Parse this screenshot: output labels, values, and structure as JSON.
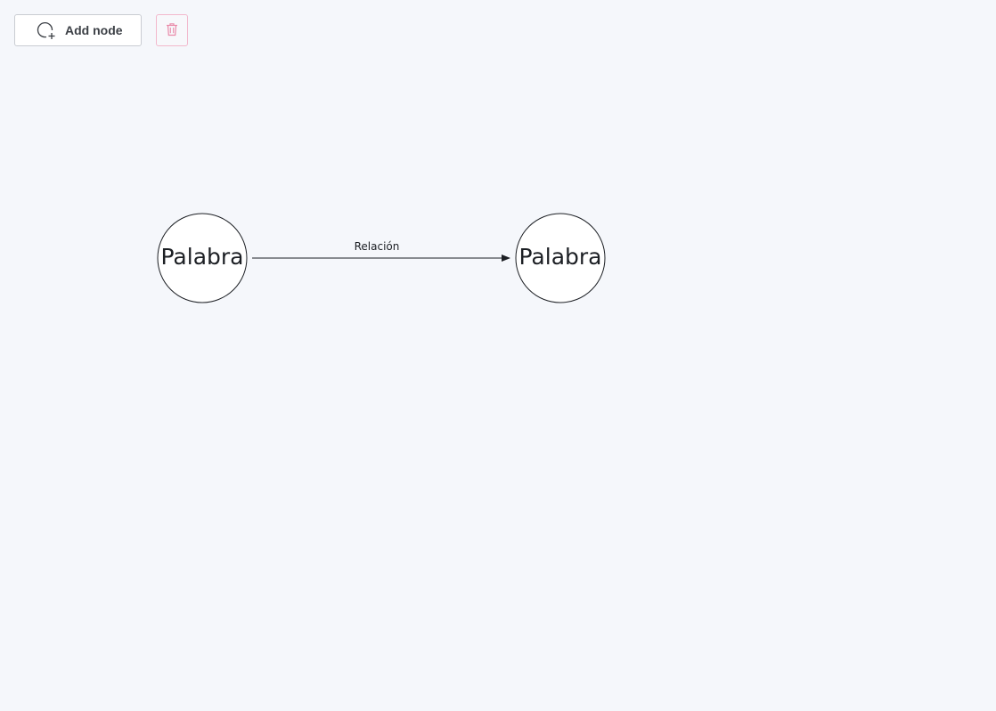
{
  "toolbar": {
    "add_node_label": "Add node",
    "add_node_icon": "circle-plus-icon",
    "delete_icon": "trash-icon",
    "delete_color": "#e98aa9"
  },
  "graph": {
    "nodes": [
      {
        "id": "n1",
        "label": "Palabra"
      },
      {
        "id": "n2",
        "label": "Palabra"
      }
    ],
    "edges": [
      {
        "from": "n1",
        "to": "n2",
        "label": "Relación"
      }
    ]
  },
  "colors": {
    "background": "#f5f7fb",
    "node_fill": "#ffffff",
    "stroke": "#1c1f24"
  }
}
